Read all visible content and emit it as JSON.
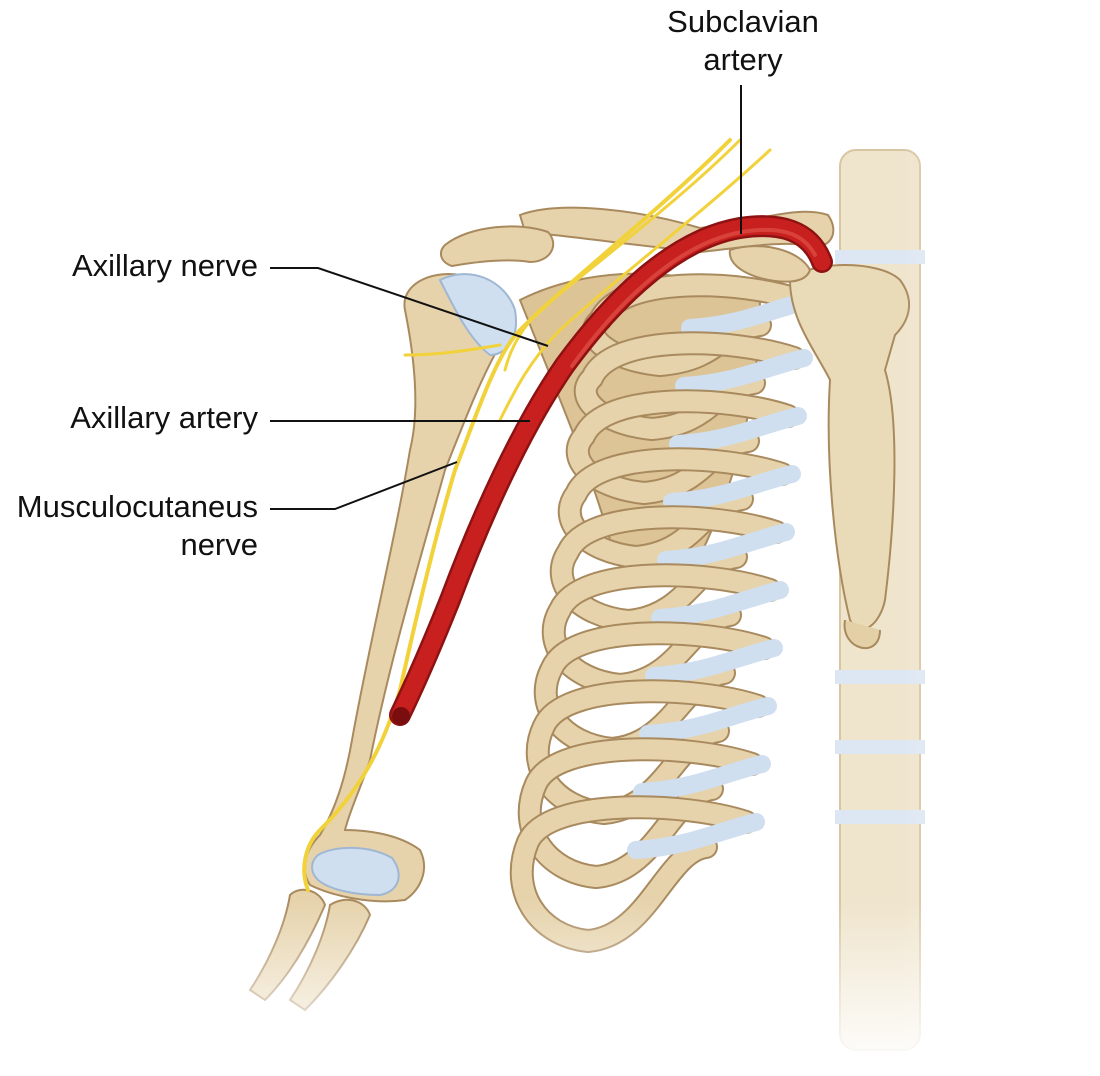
{
  "labels": {
    "subclavian_artery": {
      "line1": "Subclavian",
      "line2": "artery"
    },
    "axillary_nerve": "Axillary nerve",
    "axillary_artery": "Axillary artery",
    "musculocutaneus_nerve": {
      "line1": "Musculocutaneus",
      "line2": "nerve"
    }
  },
  "colors": {
    "bone": "#e6d3ac",
    "bone_shadow": "#c9a97a",
    "bone_outline": "#a98a5e",
    "cartilage": "#cfdff0",
    "cartilage_outline": "#9fb7d3",
    "artery": "#c8201f",
    "artery_dark": "#8e1212",
    "nerve": "#f2d23a",
    "leader_line": "#111111"
  }
}
